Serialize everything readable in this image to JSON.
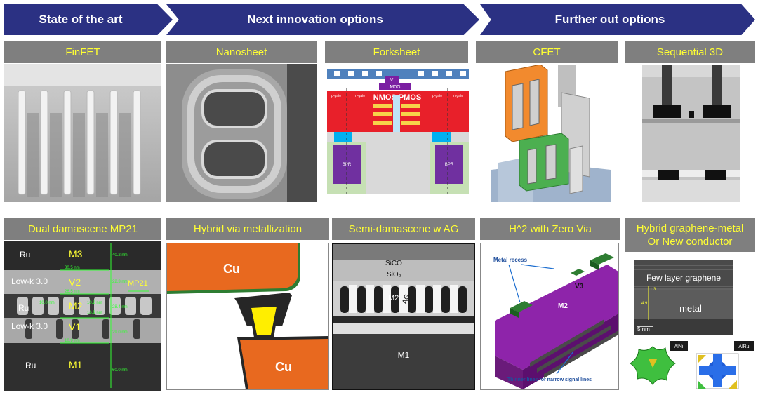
{
  "headers": [
    {
      "label": "State of the art"
    },
    {
      "label": "Next innovation options"
    },
    {
      "label": "Further out options"
    }
  ],
  "captions": {
    "finfet": "FinFET",
    "nanosheet": "Nanosheet",
    "forksheet": "Forksheet",
    "cfet": "CFET",
    "seq3d": "Sequential 3D",
    "dual_damascene": "Dual damascene MP21",
    "hybrid_via": "Hybrid via metallization",
    "semi_damascene": "Semi-damascene w AG",
    "h2_zero_via": "H^2 with Zero Via",
    "hybrid_graphene_line1": "Hybrid graphene-metal",
    "hybrid_graphene_line2": "Or New conductor"
  },
  "forksheet_labels": {
    "gate": "V",
    "mdg": "M0G",
    "nmos_pmos": "NMOS PMOS",
    "pgate_left": "p-gate",
    "ngate_left": "n-gate",
    "pgate_right": "p-gate",
    "ngate_right": "n-gate",
    "bpr_left": "BPR",
    "bpr_right": "BPR"
  },
  "dual_damascene_labels": {
    "ru_top": "Ru",
    "m3": "M3",
    "lowk_top": "Low-k 3.0",
    "v2": "V2",
    "mp21": "MP21",
    "ru_mid": "Ru",
    "m2": "M2",
    "lowk_bottom": "Low-k 3.0",
    "v1": "V1",
    "ru_bottom": "Ru",
    "m1": "M1",
    "dim_1": "40.2 nm",
    "dim_2": "30.5 nm",
    "dim_3": "22.3 nm",
    "dim_4": "26.5 nm",
    "dim_5": "10.0 nm",
    "dim_6": "10.2 nm",
    "dim_7": "16.9 nm",
    "dim_8": "28.4 nm",
    "dim_9": "29.0 nm",
    "dim_10": "10.9 nm",
    "dim_11": "60.0 nm"
  },
  "hybrid_via_labels": {
    "cu_top": "Cu",
    "cu_bottom": "Cu"
  },
  "semi_damascene_labels": {
    "sico": "SiCO",
    "sio2": "SiO₂",
    "m2": "M2",
    "ag": "AG",
    "m1": "M1"
  },
  "h2_labels": {
    "metal_recess": "Metal recess",
    "v3": "V3",
    "m2": "M2",
    "thinner_lines": "Thinner lines for narrow signal lines"
  },
  "graphene_labels": {
    "few_layer": "Few layer graphene",
    "metal": "metal",
    "scale": "5 nm",
    "dim_top": "1.3",
    "dim_side": "4.9",
    "alni": "AlNi",
    "alru": "AlRu"
  },
  "colors": {
    "header": "#2b3183",
    "caption_bg": "#7f7f7f",
    "caption_text": "#ffff33",
    "copper": "#e8691f",
    "nmos_red": "#e8202a",
    "purple": "#7b1fa2",
    "green_struct": "#22a33b"
  }
}
